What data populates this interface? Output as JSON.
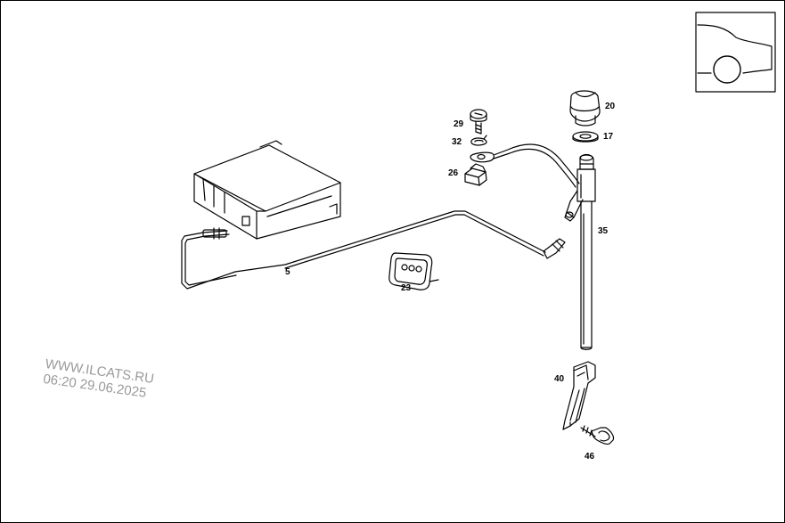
{
  "callouts": {
    "c5": "5",
    "c17": "17",
    "c20": "20",
    "c23": "23",
    "c26": "26",
    "c29": "29",
    "c32": "32",
    "c35": "35",
    "c40": "40",
    "c46": "46"
  },
  "watermark": {
    "site": "WWW.ILCATS.RU",
    "timestamp": "06:20 29.06.2025"
  }
}
